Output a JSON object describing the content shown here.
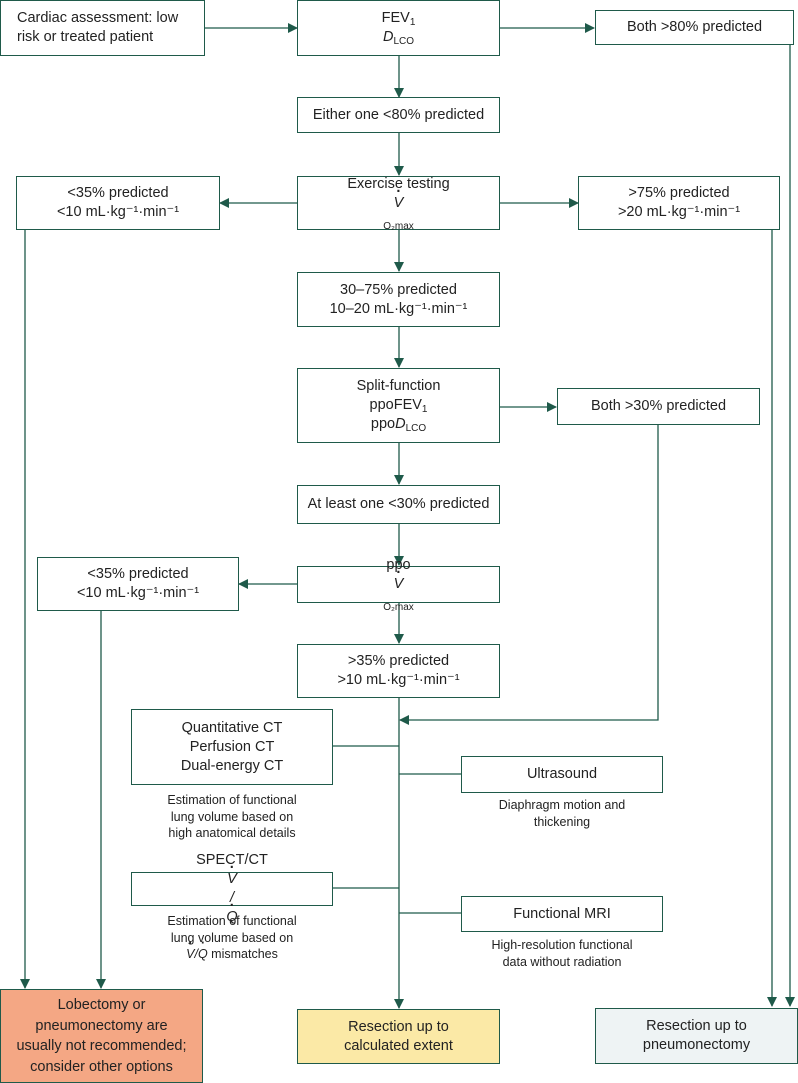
{
  "nodes": {
    "cardiac": {
      "line1": "Cardiac assessment: low",
      "line2": "risk or treated patient"
    },
    "fev_dlco": {
      "fev": "FEV",
      "fev_sub": "1",
      "d": "D",
      "d_sub": "LCO"
    },
    "both80": "Both >80% predicted",
    "either80": "Either one <80% predicted",
    "exercise": {
      "line1": "Exercise testing",
      "v": "V",
      "sub": "O₂max"
    },
    "lt35a": {
      "line1": "<35% predicted",
      "line2": "<10 mL·kg⁻¹·min⁻¹"
    },
    "gt75": {
      "line1": ">75% predicted",
      "line2": ">20 mL·kg⁻¹·min⁻¹"
    },
    "mid": {
      "line1": "30–75% predicted",
      "line2": "10–20 mL·kg⁻¹·min⁻¹"
    },
    "split": {
      "line1": "Split-function",
      "ppofev": "ppoFEV",
      "ppofev_sub": "1",
      "ppod": "ppo",
      "ppod_d": "D",
      "ppod_sub": "LCO"
    },
    "both30": "Both >30% predicted",
    "atleast30": "At least one <30% predicted",
    "ppov": {
      "prefix": "ppo",
      "v": "V",
      "sub": "O₂max"
    },
    "lt35b": {
      "line1": "<35% predicted",
      "line2": "<10 mL·kg⁻¹·min⁻¹"
    },
    "gt35": {
      "line1": ">35% predicted",
      "line2": ">10 mL·kg⁻¹·min⁻¹"
    },
    "qct": {
      "line1": "Quantitative CT",
      "line2": "Perfusion CT",
      "line3": "Dual-energy CT"
    },
    "qct_caption": {
      "line1": "Estimation of functional",
      "line2": "lung volume based on",
      "line3": "high anatomical details"
    },
    "ultrasound": "Ultrasound",
    "ultrasound_caption": {
      "line1": "Diaphragm motion and",
      "line2": "thickening"
    },
    "spect": {
      "prefix": "SPECT/CT ",
      "v": "V",
      "slash": "/",
      "q": "Q"
    },
    "spect_caption": {
      "line1": "Estimation of functional",
      "line2": "lung volume based on",
      "v": "V",
      "slash": "/",
      "q": "Q",
      "suffix": " mismatches"
    },
    "fmri": "Functional MRI",
    "fmri_caption": {
      "line1": "High-resolution functional",
      "line2": "data without radiation"
    },
    "lobectomy": {
      "line1": "Lobectomy or",
      "line2": "pneumonectomy are",
      "line3": "usually not recommended;",
      "line4": "consider other options"
    },
    "resect_calc": {
      "line1": "Resection up to",
      "line2": "calculated extent"
    },
    "resect_pneumo": {
      "line1": "Resection up to",
      "line2": "pneumonectomy"
    }
  },
  "colors": {
    "line": "#1f5a4a",
    "not_recommended": "#f4a784",
    "calculated": "#fbe9a6",
    "pneumonectomy": "#eef3f4"
  }
}
